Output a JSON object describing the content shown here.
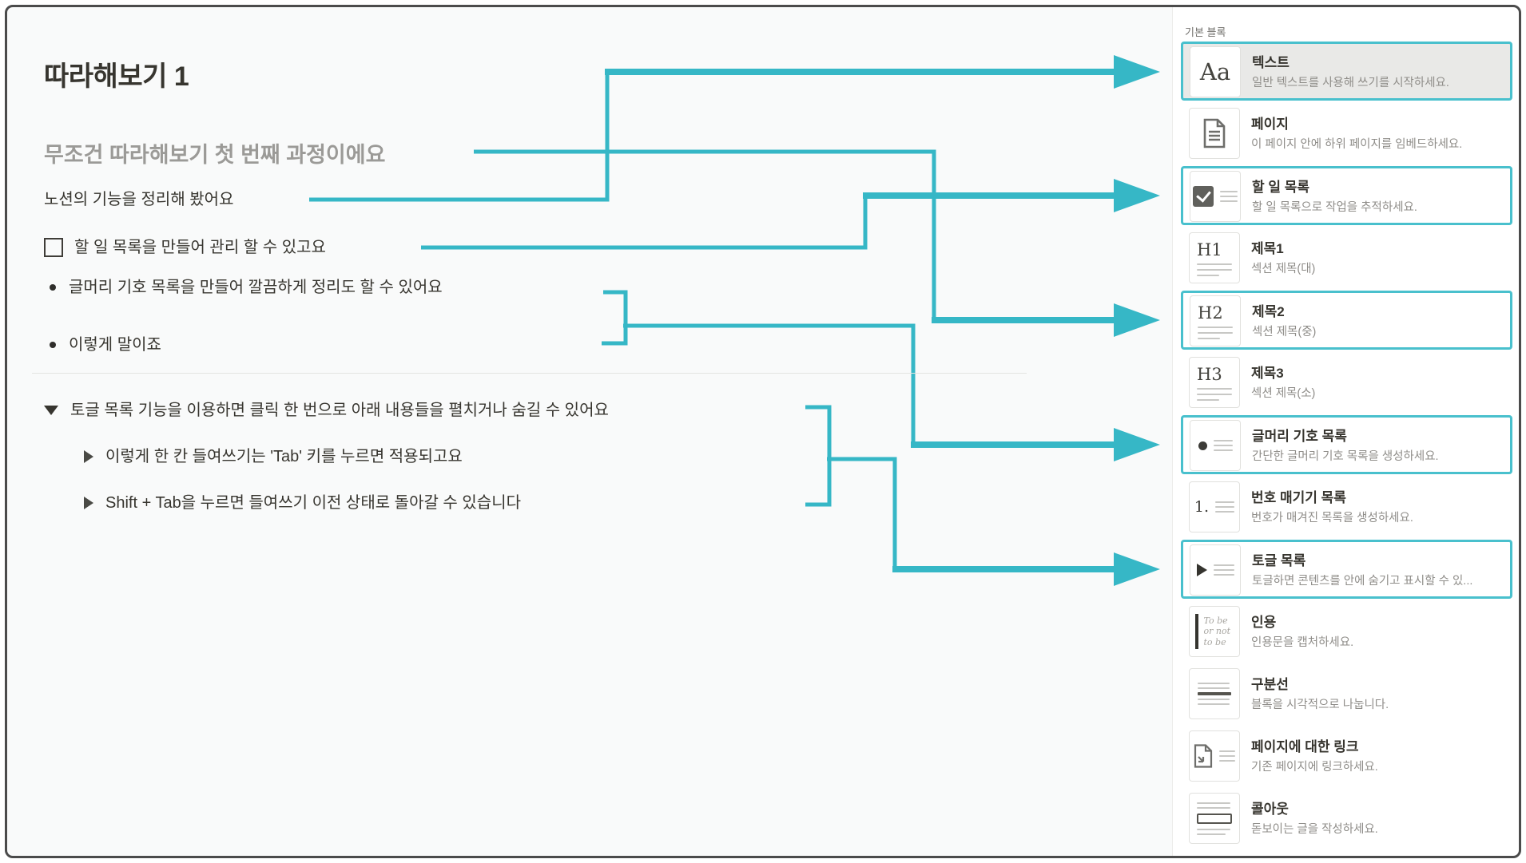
{
  "document": {
    "title": "따라해보기 1",
    "heading2": "무조건 따라해보기 첫 번째 과정이에요",
    "text_line": "노션의 기능을 정리해 봤어요",
    "todo_line": "할 일 목록을 만들어 관리 할 수 있고요",
    "bullets": [
      "글머리 기호 목록을 만들어 깔끔하게 정리도 할 수 있어요",
      "이렇게 말이죠"
    ],
    "toggle": {
      "header": "토글 목록 기능을 이용하면 클릭 한 번으로 아래 내용들을 펼치거나 숨길 수 있어요",
      "children": [
        "이렇게 한 칸 들여쓰기는 'Tab' 키를 누르면 적용되고요",
        "Shift + Tab을 누르면 들여쓰기 이전 상태로 돌아갈 수 있습니다"
      ]
    }
  },
  "panel": {
    "section_label": "기본 블록",
    "items": [
      {
        "title": "텍스트",
        "desc": "일반 텍스트를 사용해 쓰기를 시작하세요.",
        "icon": "text-icon",
        "highlighted": true,
        "selected": true
      },
      {
        "title": "페이지",
        "desc": "이 페이지 안에 하위 페이지를 임베드하세요.",
        "icon": "page-icon",
        "highlighted": false
      },
      {
        "title": "할 일 목록",
        "desc": "할 일 목록으로 작업을 추적하세요.",
        "icon": "todo-icon",
        "highlighted": true
      },
      {
        "title": "제목1",
        "desc": "섹션 제목(대)",
        "icon": "heading1-icon",
        "highlighted": false
      },
      {
        "title": "제목2",
        "desc": "섹션 제목(중)",
        "icon": "heading2-icon",
        "highlighted": true
      },
      {
        "title": "제목3",
        "desc": "섹션 제목(소)",
        "icon": "heading3-icon",
        "highlighted": false
      },
      {
        "title": "글머리 기호 목록",
        "desc": "간단한 글머리 기호 목록을 생성하세요.",
        "icon": "bulleted-list-icon",
        "highlighted": true
      },
      {
        "title": "번호 매기기 목록",
        "desc": "번호가 매겨진 목록을 생성하세요.",
        "icon": "numbered-list-icon",
        "highlighted": false
      },
      {
        "title": "토글 목록",
        "desc": "토글하면 콘텐츠를 안에 숨기고 표시할 수 있...",
        "icon": "toggle-list-icon",
        "highlighted": true
      },
      {
        "title": "인용",
        "desc": "인용문을 캡처하세요.",
        "icon": "quote-icon",
        "highlighted": false,
        "icon_text": "To be or not to be"
      },
      {
        "title": "구분선",
        "desc": "블록을 시각적으로 나눕니다.",
        "icon": "divider-icon",
        "highlighted": false
      },
      {
        "title": "페이지에 대한 링크",
        "desc": "기존 페이지에 링크하세요.",
        "icon": "link-to-page-icon",
        "highlighted": false
      },
      {
        "title": "콜아웃",
        "desc": "돋보이는 글을 작성하세요.",
        "icon": "callout-icon",
        "highlighted": false
      }
    ]
  },
  "icon_glyphs": {
    "text": "Aa",
    "h1": "H1",
    "h2": "H2",
    "h3": "H3",
    "numbered": "1."
  },
  "colors": {
    "accent_line": "#36b7c6",
    "highlight_border": "#49c0cd",
    "content_bg": "#f9fafa",
    "panel_bg": "#ffffff",
    "text_dark": "#37352f",
    "text_gray_heading": "#9b9a97",
    "frame_border": "#4b4b4b"
  }
}
